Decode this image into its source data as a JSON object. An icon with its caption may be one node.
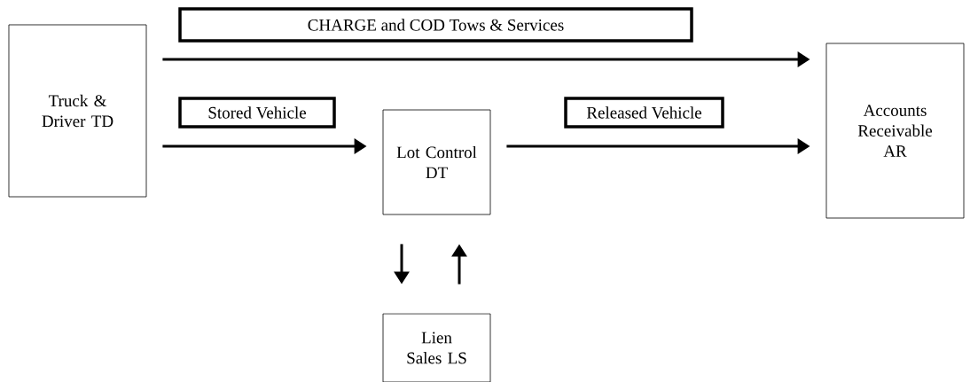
{
  "diagram": {
    "nodes": [
      {
        "text": [
          "Truck & Driver TD"
        ]
      },
      {
        "text": [
          "Lot Control DT"
        ]
      },
      {
        "text": [
          "Accounts Receivable AR"
        ]
      },
      {
        "text": [
          "Lien Sales LS"
        ]
      }
    ],
    "edges": [
      {
        "from": 0,
        "to": 2,
        "arrow": "to",
        "label": "CHARGE and COD Tows & Services"
      },
      {
        "from": 0,
        "to": 1,
        "arrow": "to",
        "label": "Stored Vehicle"
      },
      {
        "from": 1,
        "to": 2,
        "arrow": "to",
        "label": "Released Vehicle"
      },
      {
        "from": 1,
        "to": 3,
        "arrow": "to"
      },
      {
        "from": 3,
        "to": 1,
        "arrow": "to"
      }
    ]
  }
}
